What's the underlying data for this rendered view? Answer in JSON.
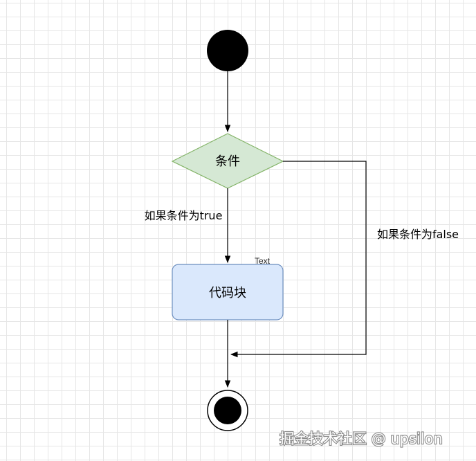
{
  "nodes": {
    "decision": {
      "label": "条件"
    },
    "process": {
      "label": "代码块",
      "tag": "Text"
    }
  },
  "edges": {
    "true_label": "如果条件为true",
    "false_label": "如果条件为false"
  },
  "watermark": "掘金技术社区 @ upsilon",
  "colors": {
    "start_fill": "#000000",
    "decision_fill": "#d5e8d4",
    "decision_stroke": "#82b366",
    "process_fill": "#dae8fc",
    "process_stroke": "#6c8ebf",
    "edge_stroke": "#000000",
    "grid": "#e6e6e6"
  }
}
